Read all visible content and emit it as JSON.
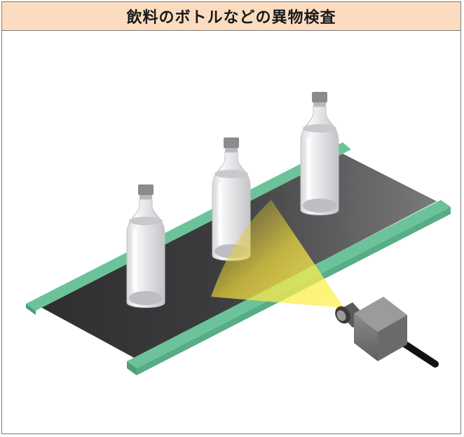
{
  "title": "飲料のボトルなどの異物検査",
  "illustration": {
    "objects": [
      "bottle",
      "bottle",
      "bottle",
      "conveyor-belt",
      "inspection-camera",
      "camera-light-cone"
    ],
    "colors": {
      "title_background": "#fbdcc0",
      "conveyor_rail": "#6cc39a",
      "belt": "#4a4a4c",
      "camera_body": "#6e6e6e",
      "light_beam": "#ffe84a"
    }
  }
}
